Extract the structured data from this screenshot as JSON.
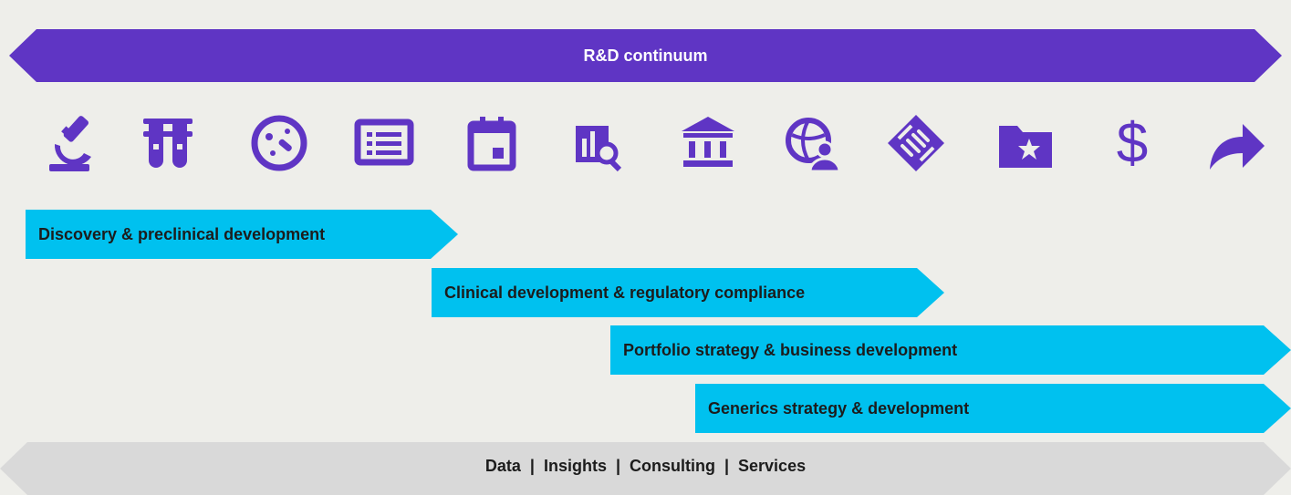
{
  "header": {
    "title": "R&D continuum"
  },
  "icons": [
    "microscope-icon",
    "test-tubes-icon",
    "petri-dish-icon",
    "monitor-list-icon",
    "calendar-icon",
    "chart-search-icon",
    "institution-icon",
    "globe-person-icon",
    "handshake-icon",
    "star-folder-icon",
    "dollar-icon",
    "forward-arrow-icon"
  ],
  "phases": [
    {
      "label": "Discovery & preclinical development"
    },
    {
      "label": "Clinical development & regulatory compliance"
    },
    {
      "label": "Portfolio strategy & business development"
    },
    {
      "label": "Generics strategy & development"
    }
  ],
  "footer": {
    "label": "Data  |  Insights  |  Consulting  |  Services"
  },
  "colors": {
    "purple": "#5f35c4",
    "cyan": "#00c1ef",
    "gray": "#d9d9d9",
    "background": "#eeeeea"
  }
}
